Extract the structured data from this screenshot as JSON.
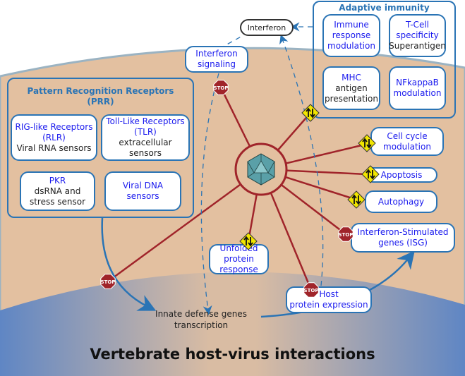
{
  "title": "Vertebrate host-virus interactions",
  "colors": {
    "box_border": "#2a74b5",
    "link_text": "#1a1aee",
    "edge": "#a0242a",
    "cytoplasm": "#e3c0a0",
    "nucleus": "#6a8fc8",
    "stop": "#a0242a",
    "yield": "#f2e600"
  },
  "interferon": "Interferon",
  "interferon_signaling": [
    "Interferon",
    "signaling"
  ],
  "prr": {
    "title": [
      "Pattern Recognition Receptors",
      "(PRR)"
    ],
    "rlr": {
      "name": [
        "RIG-like Receptors",
        "(RLR)"
      ],
      "desc": "Viral RNA sensors"
    },
    "tlr": {
      "name": [
        "Toll-Like Receptors",
        "(TLR)"
      ],
      "desc": "extracellular sensors"
    },
    "pkr": {
      "name": "PKR",
      "desc": [
        "dsRNA and",
        "stress sensor"
      ]
    },
    "dna": {
      "name": [
        "Viral DNA",
        "sensors"
      ]
    }
  },
  "adaptive": {
    "title": "Adaptive immunity",
    "immune": [
      "Immune",
      "response",
      "modulation"
    ],
    "tcell": {
      "name": [
        "T-Cell",
        "specificity"
      ],
      "desc": "Superantigen"
    },
    "mhc": {
      "name": "MHC",
      "desc": [
        "antigen",
        "presentation"
      ]
    },
    "nfkb": [
      "NFkappaB",
      "modulation"
    ]
  },
  "cell_cycle": [
    "Cell cycle",
    "modulation"
  ],
  "apoptosis": "Apoptosis",
  "autophagy": "Autophagy",
  "isg": [
    "Interferon-Stimulated",
    "genes (ISG)"
  ],
  "unfolded": [
    "Unfolded protein",
    "response"
  ],
  "host_protein": [
    "Host",
    "protein expression"
  ],
  "innate": [
    "Innate defense genes",
    "transcription"
  ],
  "stop_label": "STOP",
  "icons": {
    "stop": "stop-sign-icon",
    "yield": "two-way-arrows-diamond-icon",
    "virus": "icosahedral-virus-icon"
  }
}
